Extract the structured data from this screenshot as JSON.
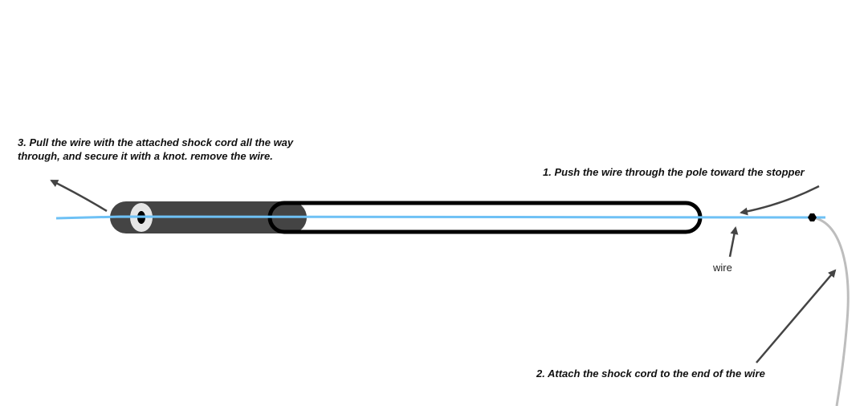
{
  "steps": {
    "step1": "1. Push the wire through the pole toward the stopper",
    "step2": "2. Attach the shock cord to the end of the wire",
    "step3_line1": "3. Pull the wire with the attached shock cord all the way",
    "step3_line2": "through, and secure it with a knot. remove the wire."
  },
  "labels": {
    "wire": "wire"
  },
  "colors": {
    "wire": "#6ec1f5",
    "shock_cord": "#bdbdbd",
    "stopper": "#444444",
    "stopper_ring": "#e6e6e6",
    "pole_outline": "#000000",
    "arrow": "#444444"
  }
}
